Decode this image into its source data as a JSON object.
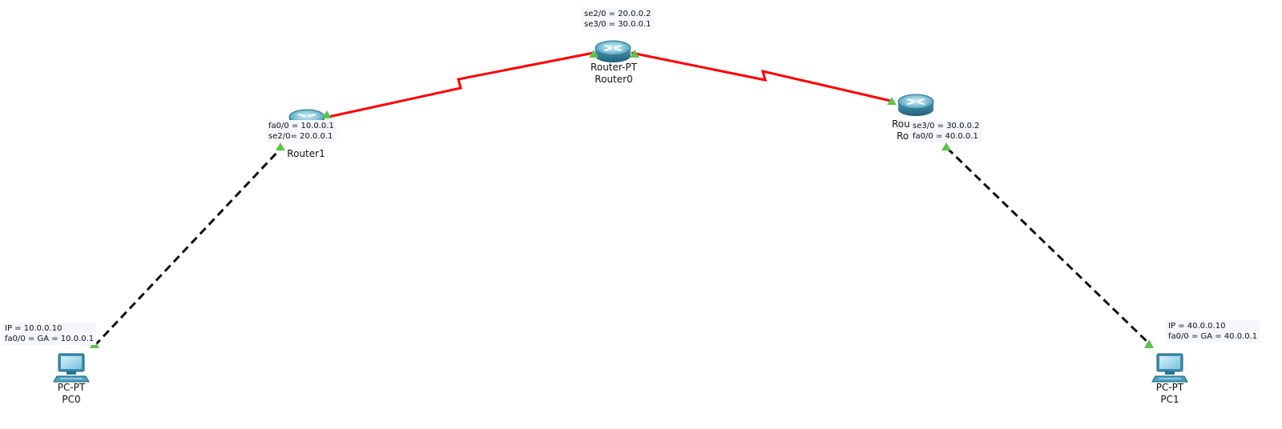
{
  "devices": {
    "router0": {
      "model": "Router-PT",
      "name": "Router0"
    },
    "router1": {
      "name": "Router1"
    },
    "router2": {
      "model_fragment": "Rou",
      "name_fragment": "Ro"
    },
    "pc0": {
      "model": "PC-PT",
      "name": "PC0"
    },
    "pc1": {
      "model": "PC-PT",
      "name": "PC1"
    }
  },
  "notes": {
    "router0": {
      "line1": "se2/0 = 20.0.0.2",
      "line2": "se3/0 = 30.0.0.1"
    },
    "router1": {
      "line1": "fa0/0 = 10.0.0.1",
      "line2": "se2/0= 20.0.0.1"
    },
    "router2": {
      "line1": "se3/0 = 30.0.0.2",
      "line2": "fa0/0 = 40.0.0.1"
    },
    "pc0": {
      "line1": "IP = 10.0.0.10",
      "line2": "fa0/0 = GA = 10.0.0.1"
    },
    "pc1": {
      "line1": "IP = 40.0.0.10",
      "line2": "fa0/0 = GA = 40.0.0.1"
    }
  },
  "links": [
    {
      "from": "Router1",
      "to": "Router0",
      "type": "serial",
      "color": "#ff0000"
    },
    {
      "from": "Router0",
      "to": "Router2",
      "type": "serial",
      "color": "#ff0000"
    },
    {
      "from": "PC0",
      "to": "Router1",
      "type": "copper-crossover",
      "color": "#111111"
    },
    {
      "from": "Router2",
      "to": "PC1",
      "type": "copper-crossover",
      "color": "#111111"
    }
  ],
  "colors": {
    "link_up": "#5ec44a",
    "serial": "#ff0000",
    "ethernet": "#111111",
    "device": "#2d8fb1"
  }
}
